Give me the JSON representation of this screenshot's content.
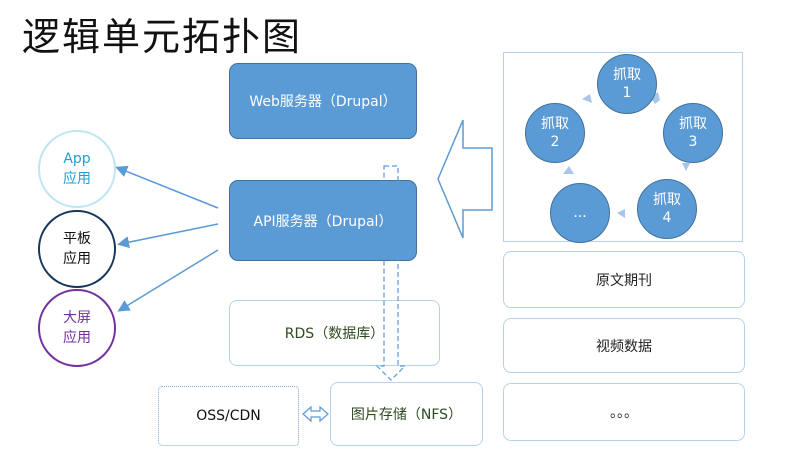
{
  "title": "逻辑单元拓扑图",
  "servers": {
    "web": "Web服务器（Drupal）",
    "api": "API服务器（Drupal）"
  },
  "storage": {
    "rds": "RDS（数据库）",
    "nfs": "图片存储（NFS）",
    "oss": "OSS/CDN"
  },
  "clients": [
    {
      "line1": "App",
      "line2": "应用"
    },
    {
      "line1": "平板",
      "line2": "应用"
    },
    {
      "line1": "大屏",
      "line2": "应用"
    }
  ],
  "crawl_nodes": [
    {
      "label": "抓取",
      "num": "1"
    },
    {
      "label": "抓取",
      "num": "3"
    },
    {
      "label": "抓取",
      "num": "4"
    },
    {
      "label": "...",
      "num": ""
    },
    {
      "label": "抓取",
      "num": "2"
    }
  ],
  "sources": [
    "原文期刊",
    "视频数据",
    "。。。"
  ],
  "colors": {
    "server_fill": "#5b9bd5",
    "app_client": "#1fa0d0",
    "tablet_client": "#17365d",
    "bigscreen_client": "#7030a0"
  }
}
